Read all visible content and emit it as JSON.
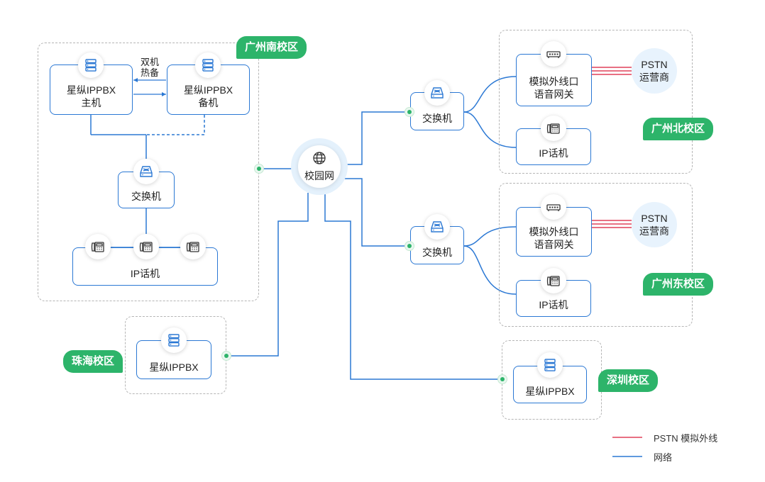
{
  "zones": {
    "guangzhou_south": "广州南校区",
    "guangzhou_north": "广州北校区",
    "guangzhou_east": "广州东校区",
    "zhuhai": "珠海校区",
    "shenzhen": "深圳校区"
  },
  "core": {
    "label": "校园网"
  },
  "south": {
    "pbx_main": [
      "星纵IPPBX",
      "主机"
    ],
    "pbx_backup": [
      "星纵IPPBX",
      "备机"
    ],
    "hot_standby": [
      "双机",
      "热备"
    ],
    "switch": "交换机",
    "phones": "IP话机"
  },
  "north": {
    "switch": "交换机",
    "gateway": [
      "模拟外线口",
      "语音网关"
    ],
    "pstn": [
      "PSTN",
      "运营商"
    ],
    "phone": "IP话机"
  },
  "east": {
    "switch": "交换机",
    "gateway": [
      "模拟外线口",
      "语音网关"
    ],
    "pstn": [
      "PSTN",
      "运营商"
    ],
    "phone": "IP话机"
  },
  "zhuhai": {
    "pbx": "星纵IPPBX"
  },
  "shenzhen": {
    "pbx": "星纵IPPBX"
  },
  "legend": {
    "pstn_line": "PSTN 模拟外线",
    "network": "网络"
  },
  "colors": {
    "network": "#2b78d4",
    "pstn": "#e0405a",
    "zone_tag": "#2db46a"
  }
}
